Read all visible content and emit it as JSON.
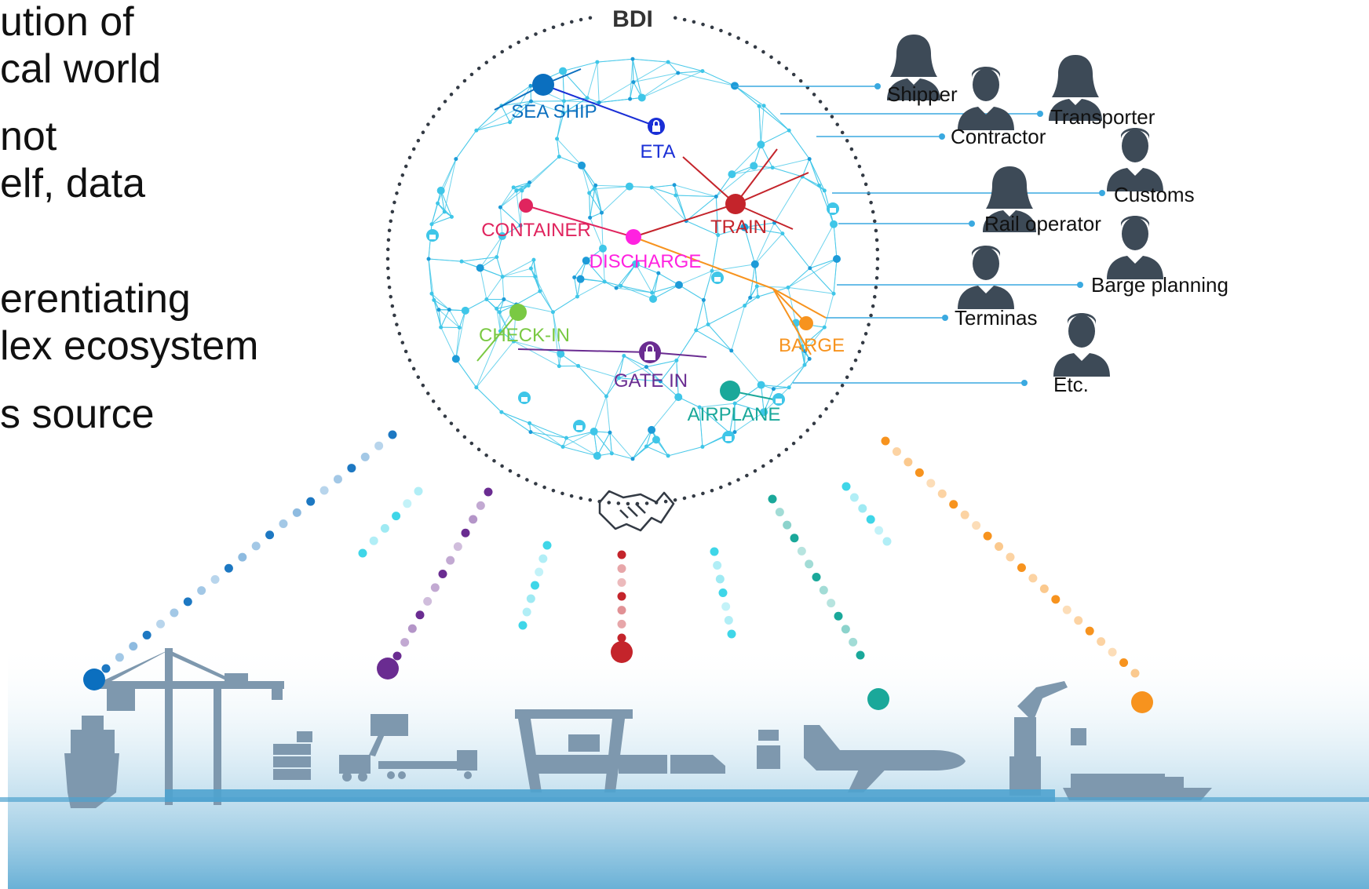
{
  "left_text": [
    "ution of",
    "cal world",
    "not",
    "elf, data",
    "erentiating",
    "lex ecosystem",
    "s source"
  ],
  "sphere": {
    "title": "BDI",
    "nodes": [
      {
        "label": "SEA SHIP",
        "color": "#0b6fbf",
        "icon": "circle"
      },
      {
        "label": "ETA",
        "color": "#1a2fd6",
        "icon": "lock"
      },
      {
        "label": "CONTAINER",
        "color": "#e0245e",
        "icon": "circle"
      },
      {
        "label": "DISCHARGE",
        "color": "#ff22e0",
        "icon": "circle"
      },
      {
        "label": "TRAIN",
        "color": "#c4242b",
        "icon": "circle"
      },
      {
        "label": "CHECK-IN",
        "color": "#7ac943",
        "icon": "circle"
      },
      {
        "label": "GATE IN",
        "color": "#6a2c91",
        "icon": "lock"
      },
      {
        "label": "BARGE",
        "color": "#f7931e",
        "icon": "circle"
      },
      {
        "label": "AIRPLANE",
        "color": "#1aa89a",
        "icon": "circle"
      }
    ]
  },
  "stakeholders": [
    {
      "label": "Shipper",
      "icon": "female-user-icon"
    },
    {
      "label": "Contractor",
      "icon": "male-user-icon"
    },
    {
      "label": "Transporter",
      "icon": "female-user-icon"
    },
    {
      "label": "Customs",
      "icon": "male-user-icon"
    },
    {
      "label": "Rail operator",
      "icon": "female-user-icon"
    },
    {
      "label": "Barge planning",
      "icon": "male-user-icon"
    },
    {
      "label": "Terminas",
      "icon": "male-user-icon"
    },
    {
      "label": "Etc.",
      "icon": "male-user-icon"
    }
  ],
  "handshake_icon": "handshake-icon",
  "colors": {
    "sphere_mesh": "#3fc6e8",
    "silhouette": "#7e98ae",
    "ground": "#4fa3cf",
    "ground_gradient_top": "#ffffff",
    "person": "#3d4a57",
    "connector": "#3aa9e0",
    "dots": "#333a44"
  }
}
